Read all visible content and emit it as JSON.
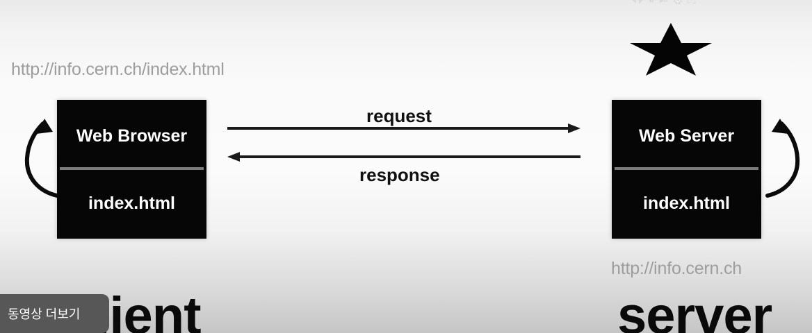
{
  "diagram": {
    "type": "client-server-request-response",
    "client_url": "http://info.cern.ch/index.html",
    "server_url": "http://info.cern.ch",
    "client_label": "client",
    "server_label": "server",
    "nodes": [
      {
        "title": "Web Browser",
        "sub": "index.html"
      },
      {
        "title": "Web Server",
        "sub": "index.html"
      }
    ],
    "flows": [
      {
        "label": "request",
        "direction": "client-to-server"
      },
      {
        "label": "response",
        "direction": "server-to-client"
      }
    ],
    "marks": {
      "star": "star-icon",
      "client_loop": "curved-arrow-icon",
      "server_loop": "curved-arrow-icon"
    },
    "colors": {
      "node_fill": "#060606",
      "node_text": "#ffffff",
      "divider": "#7c7c7c",
      "url_text": "#9d9d9d",
      "arrow": "#111111",
      "overlay_chip": "#575757"
    }
  },
  "player": {
    "overlay_button_label": "동영상 더보기",
    "top_controls": "⏴⏵ ⏸ ⏯ ⚙ ⛶"
  }
}
